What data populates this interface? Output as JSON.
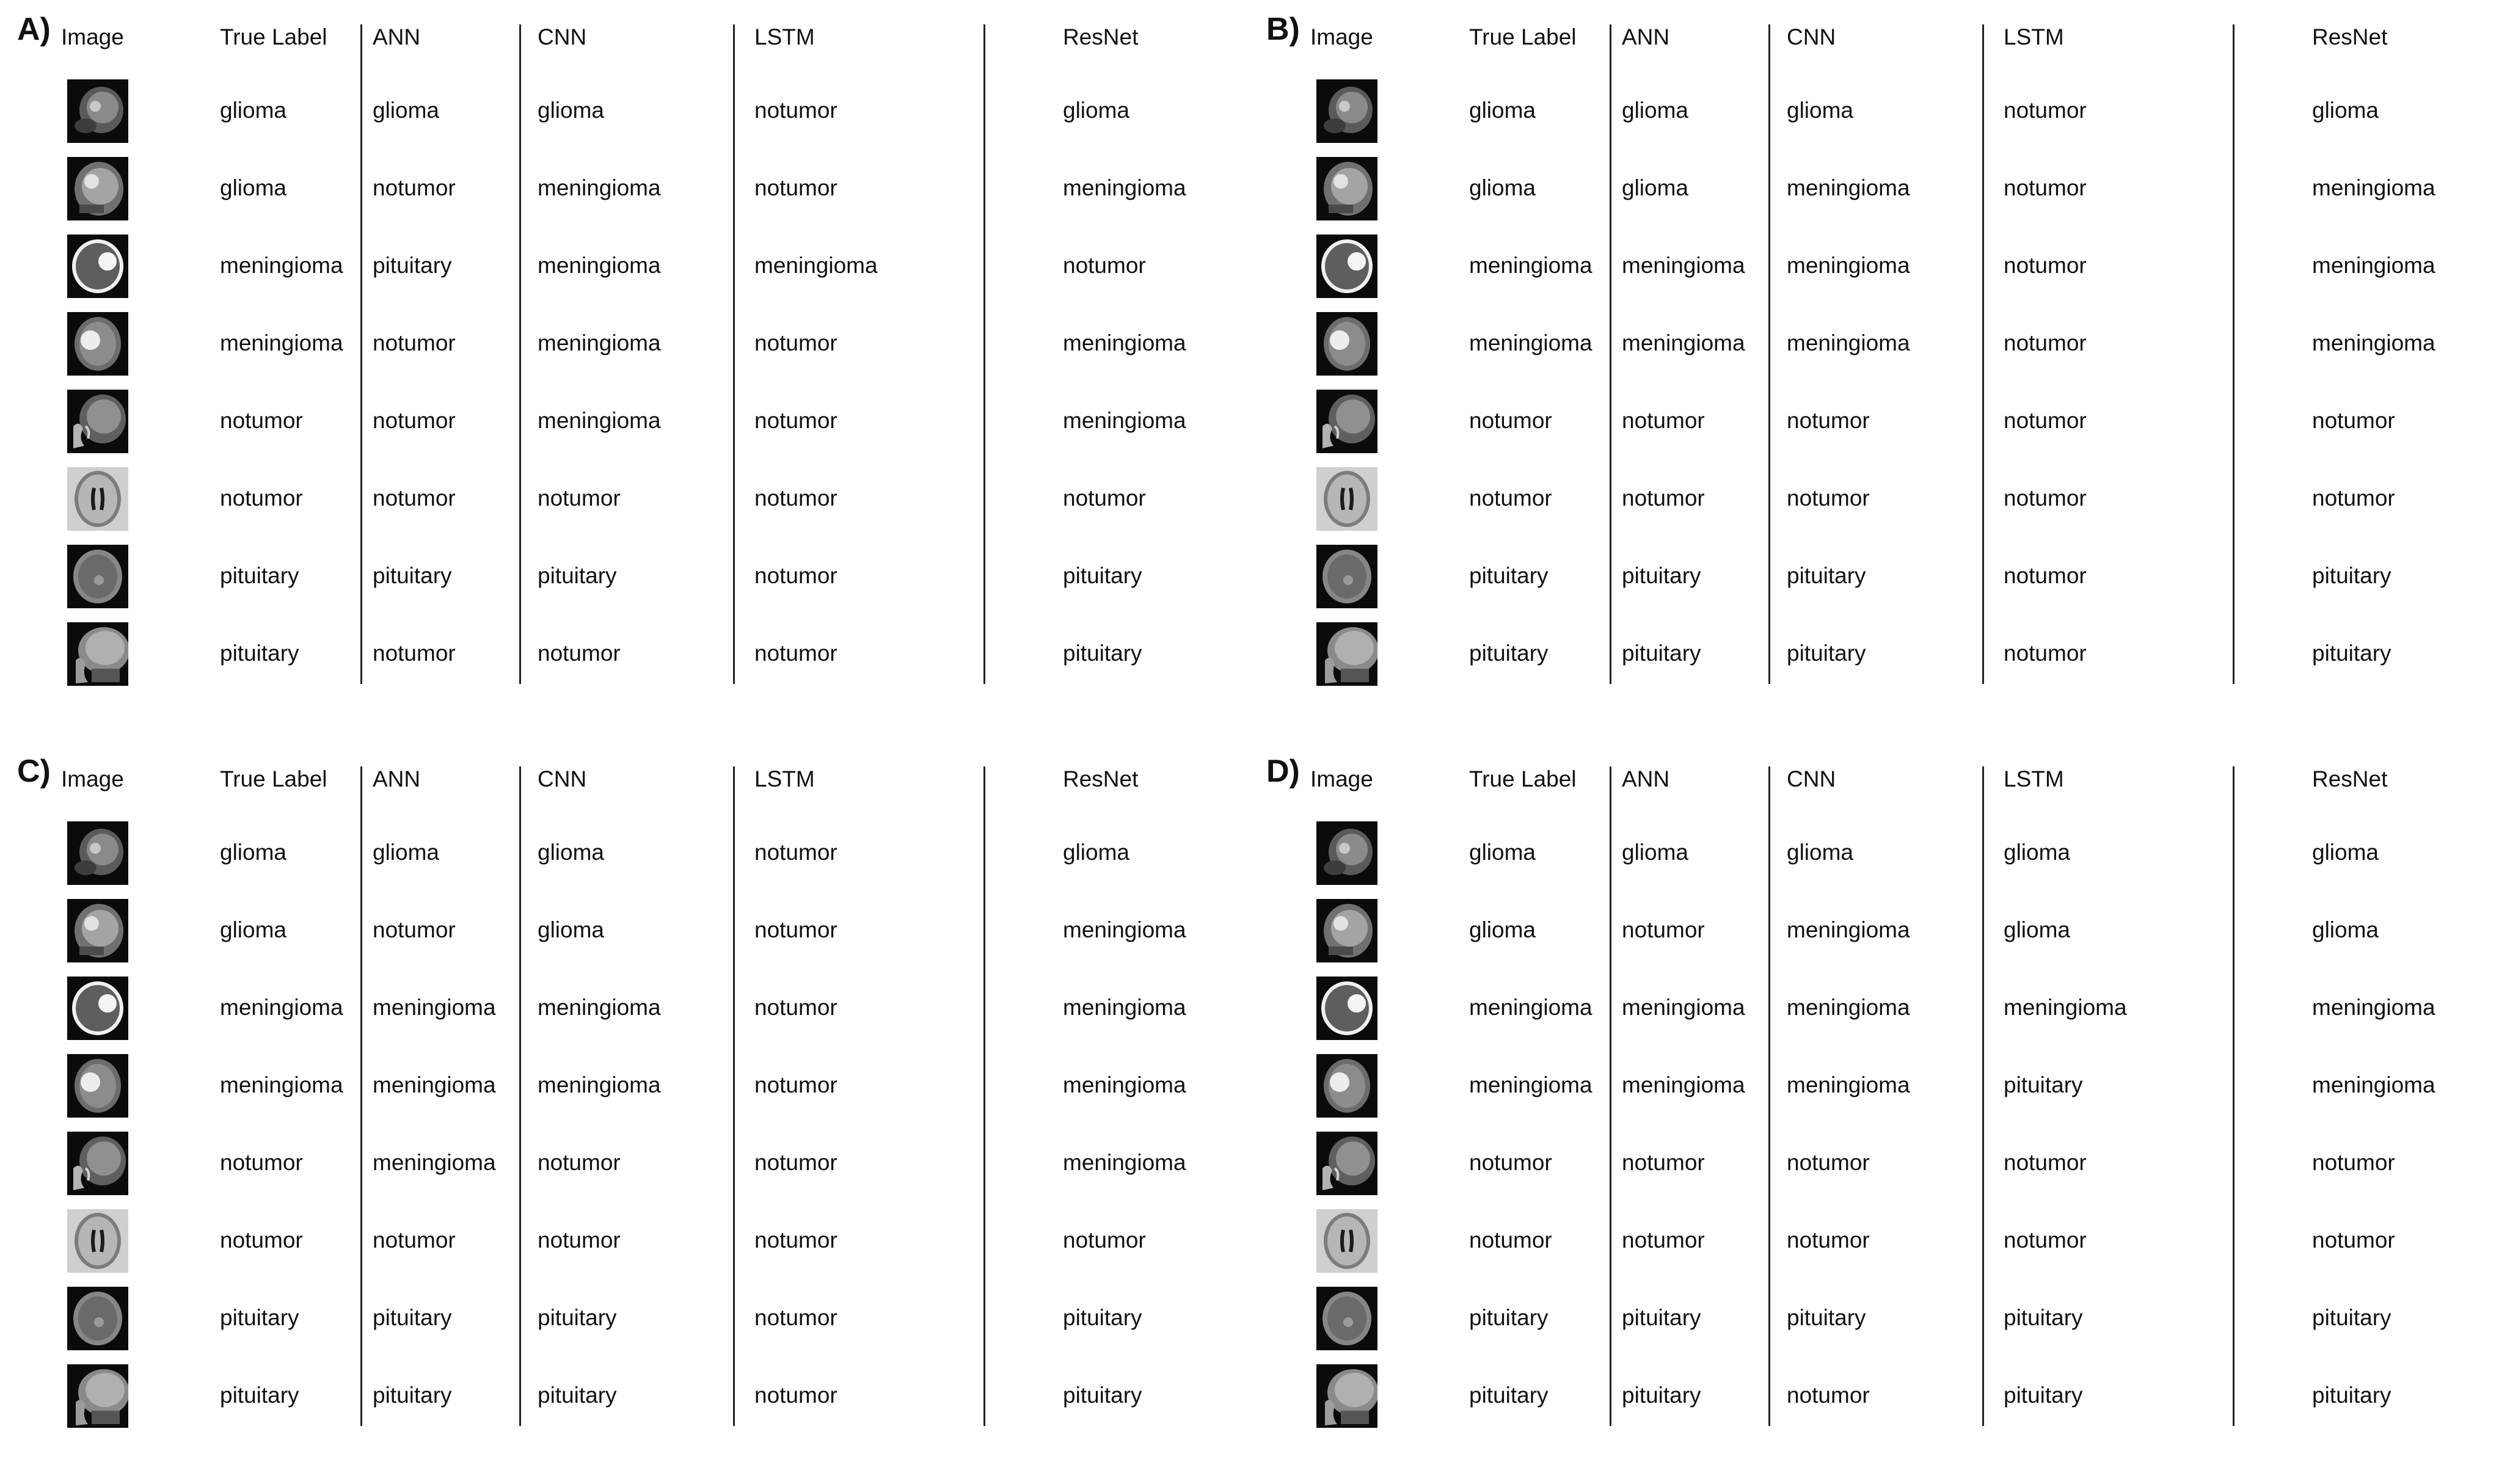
{
  "headers": [
    "Image",
    "True Label",
    "ANN",
    "CNN",
    "LSTM",
    "ResNet"
  ],
  "panels": [
    {
      "label": "A)",
      "rows": [
        {
          "scan": "sagittal-small",
          "true": "glioma",
          "ANN": "glioma",
          "CNN": "glioma",
          "LSTM": "notumor",
          "ResNet": "glioma"
        },
        {
          "scan": "sagittal-bright",
          "true": "glioma",
          "ANN": "notumor",
          "CNN": "meningioma",
          "LSTM": "notumor",
          "ResNet": "meningioma"
        },
        {
          "scan": "axial-ring",
          "true": "meningioma",
          "ANN": "pituitary",
          "CNN": "meningioma",
          "LSTM": "meningioma",
          "ResNet": "notumor"
        },
        {
          "scan": "axial-lesion",
          "true": "meningioma",
          "ANN": "notumor",
          "CNN": "meningioma",
          "LSTM": "notumor",
          "ResNet": "meningioma"
        },
        {
          "scan": "sagittal-face",
          "true": "notumor",
          "ANN": "notumor",
          "CNN": "meningioma",
          "LSTM": "notumor",
          "ResNet": "meningioma"
        },
        {
          "scan": "axial-ventricles",
          "true": "notumor",
          "ANN": "notumor",
          "CNN": "notumor",
          "LSTM": "notumor",
          "ResNet": "notumor"
        },
        {
          "scan": "axial-round",
          "true": "pituitary",
          "ANN": "pituitary",
          "CNN": "pituitary",
          "LSTM": "notumor",
          "ResNet": "pituitary"
        },
        {
          "scan": "sagittal-full",
          "true": "pituitary",
          "ANN": "notumor",
          "CNN": "notumor",
          "LSTM": "notumor",
          "ResNet": "pituitary"
        }
      ]
    },
    {
      "label": "B)",
      "rows": [
        {
          "scan": "sagittal-small",
          "true": "glioma",
          "ANN": "glioma",
          "CNN": "glioma",
          "LSTM": "notumor",
          "ResNet": "glioma"
        },
        {
          "scan": "sagittal-bright",
          "true": "glioma",
          "ANN": "glioma",
          "CNN": "meningioma",
          "LSTM": "notumor",
          "ResNet": "meningioma"
        },
        {
          "scan": "axial-ring",
          "true": "meningioma",
          "ANN": "meningioma",
          "CNN": "meningioma",
          "LSTM": "notumor",
          "ResNet": "meningioma"
        },
        {
          "scan": "axial-lesion",
          "true": "meningioma",
          "ANN": "meningioma",
          "CNN": "meningioma",
          "LSTM": "notumor",
          "ResNet": "meningioma"
        },
        {
          "scan": "sagittal-face",
          "true": "notumor",
          "ANN": "notumor",
          "CNN": "notumor",
          "LSTM": "notumor",
          "ResNet": "notumor"
        },
        {
          "scan": "axial-ventricles",
          "true": "notumor",
          "ANN": "notumor",
          "CNN": "notumor",
          "LSTM": "notumor",
          "ResNet": "notumor"
        },
        {
          "scan": "axial-round",
          "true": "pituitary",
          "ANN": "pituitary",
          "CNN": "pituitary",
          "LSTM": "notumor",
          "ResNet": "pituitary"
        },
        {
          "scan": "sagittal-full",
          "true": "pituitary",
          "ANN": "pituitary",
          "CNN": "pituitary",
          "LSTM": "notumor",
          "ResNet": "pituitary"
        }
      ]
    },
    {
      "label": "C)",
      "rows": [
        {
          "scan": "sagittal-small",
          "true": "glioma",
          "ANN": "glioma",
          "CNN": "glioma",
          "LSTM": "notumor",
          "ResNet": "glioma"
        },
        {
          "scan": "sagittal-bright",
          "true": "glioma",
          "ANN": "notumor",
          "CNN": "glioma",
          "LSTM": "notumor",
          "ResNet": "meningioma"
        },
        {
          "scan": "axial-ring",
          "true": "meningioma",
          "ANN": "meningioma",
          "CNN": "meningioma",
          "LSTM": "notumor",
          "ResNet": "meningioma"
        },
        {
          "scan": "axial-lesion",
          "true": "meningioma",
          "ANN": "meningioma",
          "CNN": "meningioma",
          "LSTM": "notumor",
          "ResNet": "meningioma"
        },
        {
          "scan": "sagittal-face",
          "true": "notumor",
          "ANN": "meningioma",
          "CNN": "notumor",
          "LSTM": "notumor",
          "ResNet": "meningioma"
        },
        {
          "scan": "axial-ventricles",
          "true": "notumor",
          "ANN": "notumor",
          "CNN": "notumor",
          "LSTM": "notumor",
          "ResNet": "notumor"
        },
        {
          "scan": "axial-round",
          "true": "pituitary",
          "ANN": "pituitary",
          "CNN": "pituitary",
          "LSTM": "notumor",
          "ResNet": "pituitary"
        },
        {
          "scan": "sagittal-full",
          "true": "pituitary",
          "ANN": "pituitary",
          "CNN": "pituitary",
          "LSTM": "notumor",
          "ResNet": "pituitary"
        }
      ]
    },
    {
      "label": "D)",
      "rows": [
        {
          "scan": "sagittal-small",
          "true": "glioma",
          "ANN": "glioma",
          "CNN": "glioma",
          "LSTM": "glioma",
          "ResNet": "glioma"
        },
        {
          "scan": "sagittal-bright",
          "true": "glioma",
          "ANN": "notumor",
          "CNN": "meningioma",
          "LSTM": "glioma",
          "ResNet": "glioma"
        },
        {
          "scan": "axial-ring",
          "true": "meningioma",
          "ANN": "meningioma",
          "CNN": "meningioma",
          "LSTM": "meningioma",
          "ResNet": "meningioma"
        },
        {
          "scan": "axial-lesion",
          "true": "meningioma",
          "ANN": "meningioma",
          "CNN": "meningioma",
          "LSTM": "pituitary",
          "ResNet": "meningioma"
        },
        {
          "scan": "sagittal-face",
          "true": "notumor",
          "ANN": "notumor",
          "CNN": "notumor",
          "LSTM": "notumor",
          "ResNet": "notumor"
        },
        {
          "scan": "axial-ventricles",
          "true": "notumor",
          "ANN": "notumor",
          "CNN": "notumor",
          "LSTM": "notumor",
          "ResNet": "notumor"
        },
        {
          "scan": "axial-round",
          "true": "pituitary",
          "ANN": "pituitary",
          "CNN": "pituitary",
          "LSTM": "pituitary",
          "ResNet": "pituitary"
        },
        {
          "scan": "sagittal-full",
          "true": "pituitary",
          "ANN": "pituitary",
          "CNN": "notumor",
          "LSTM": "pituitary",
          "ResNet": "pituitary"
        }
      ]
    }
  ]
}
